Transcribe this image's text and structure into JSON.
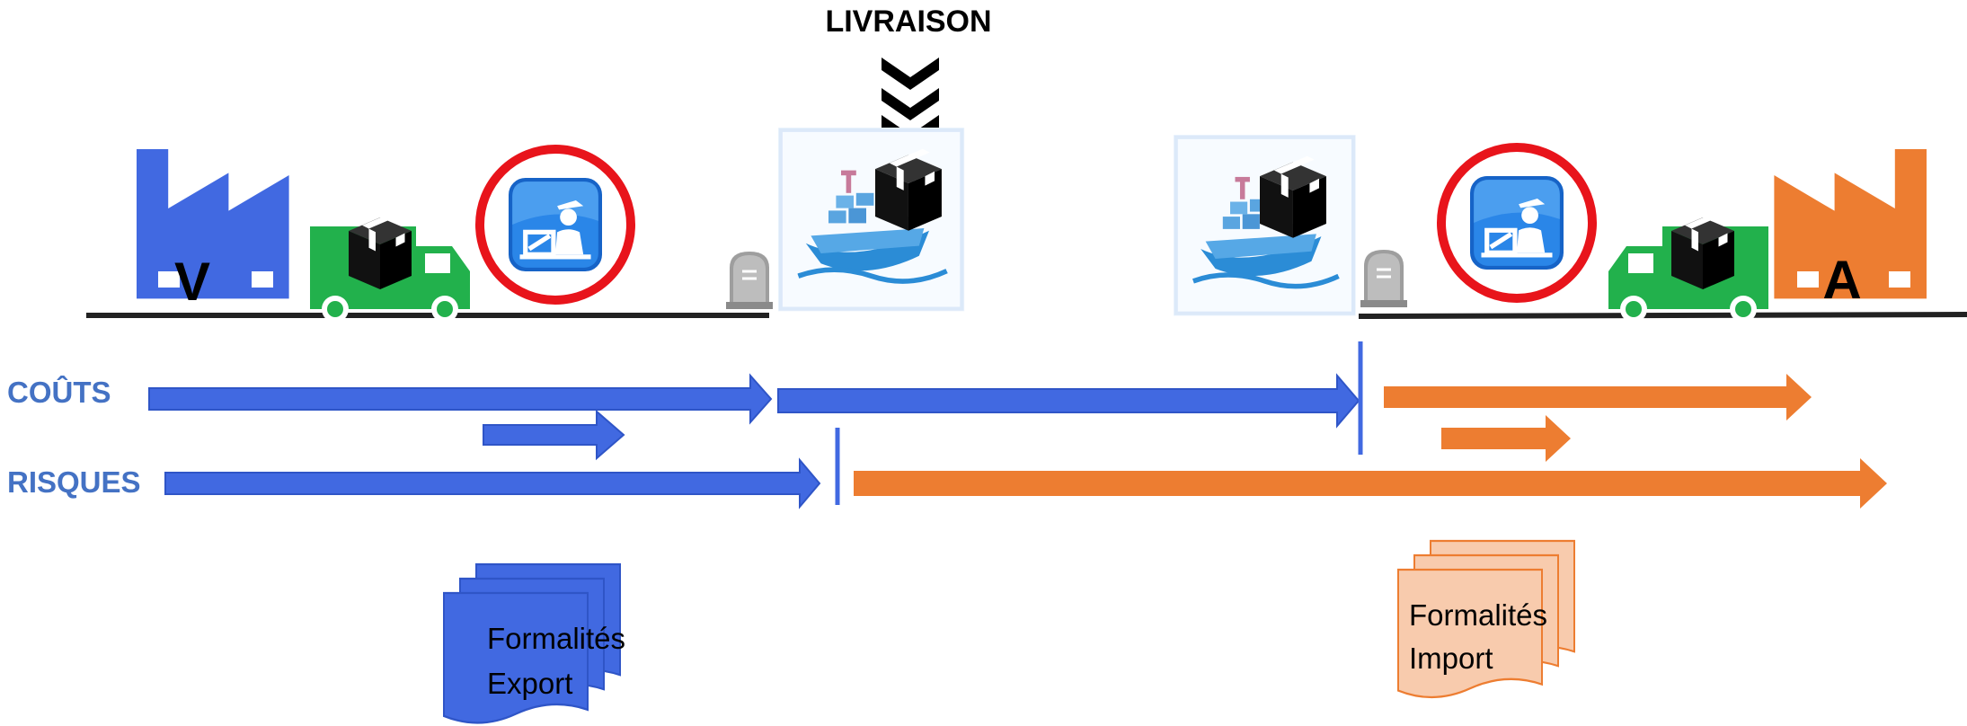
{
  "title": "LIVRAISON",
  "seller_letter": "V",
  "buyer_letter": "A",
  "row_labels": {
    "costs": "COÛTS",
    "risks": "RISQUES"
  },
  "documents": {
    "export": {
      "line1": "Formalités",
      "line2": "Export"
    },
    "import": {
      "line1": "Formalités",
      "line2": "Import"
    }
  },
  "icons": [
    "factory-icon",
    "truck-icon",
    "customs-officer-icon",
    "milestone-icon",
    "cargo-ship-icon",
    "double-chevron-down-icon",
    "document-stack-icon"
  ],
  "colors": {
    "seller_blue": "#4169E1",
    "buyer_orange": "#ED7D31",
    "label_blue": "#4472C4",
    "truck_green": "#22B14C",
    "circle_red": "#E8141B",
    "customs_blue": "#1A73D9",
    "doc_orange_fill": "#F8CBAD",
    "doc_blue_fill": "#4169E1"
  }
}
